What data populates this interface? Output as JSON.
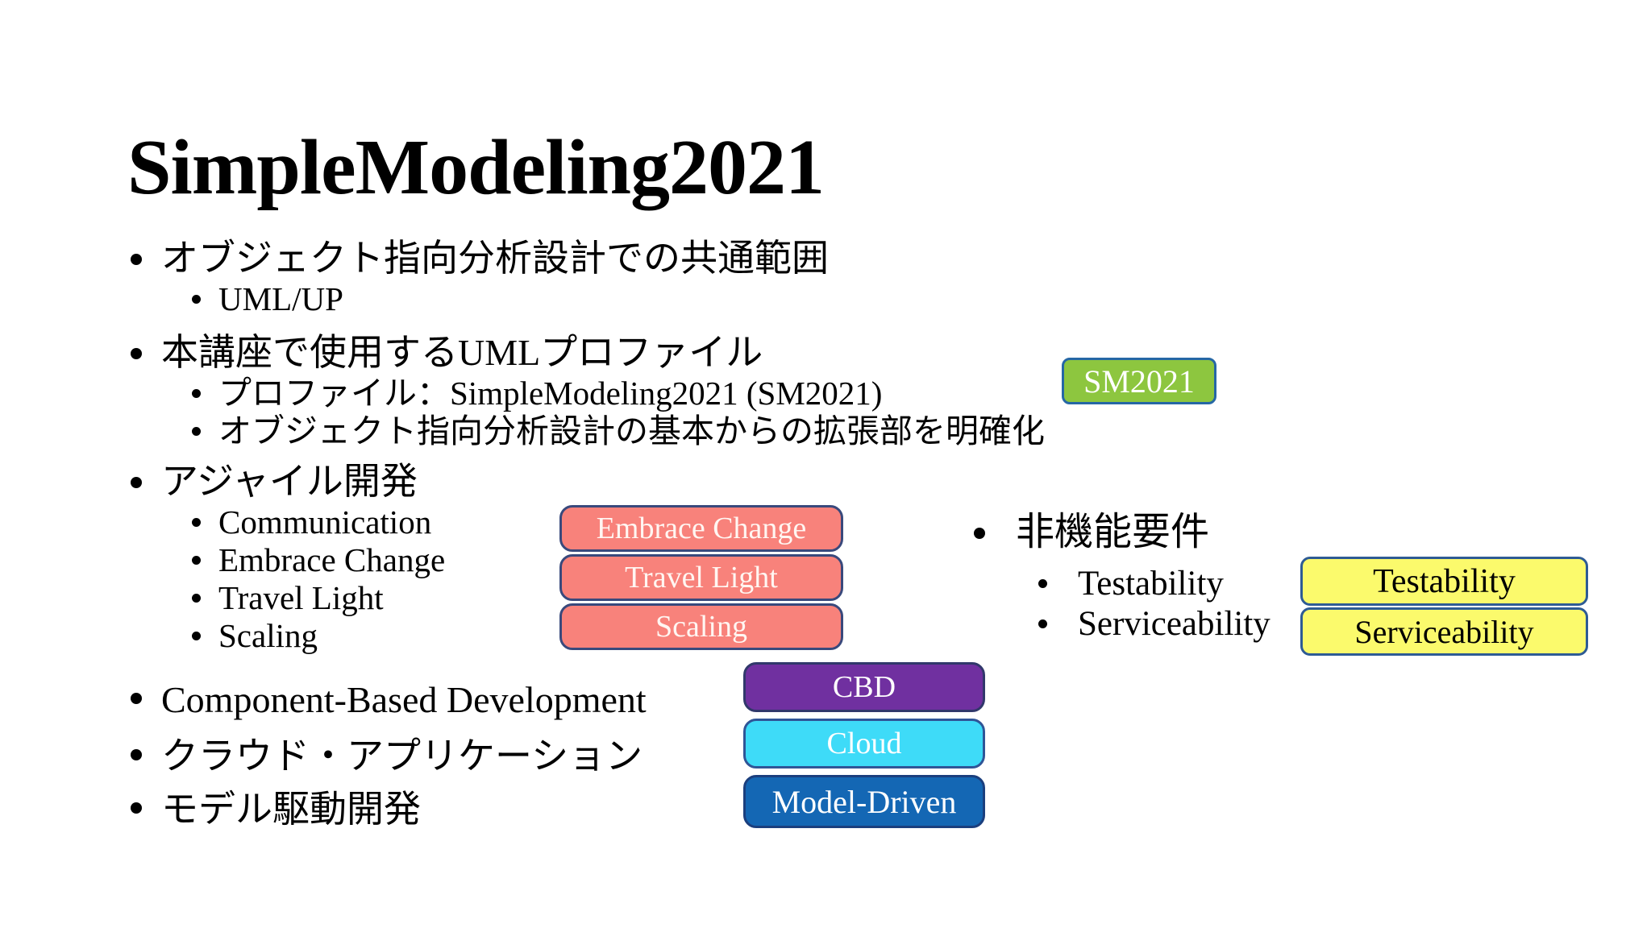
{
  "slide": {
    "title": "SimpleModeling2021",
    "bullets": [
      {
        "level": 1,
        "text": "オブジェクト指向分析設計での共通範囲"
      },
      {
        "level": 2,
        "text": "UML/UP"
      },
      {
        "level": 1,
        "text": "本講座で使用するUMLプロファイル"
      },
      {
        "level": 2,
        "text": "プロファイル：SimpleModeling2021 (SM2021)"
      },
      {
        "level": 2,
        "text": "オブジェクト指向分析設計の基本からの拡張部を明確化"
      },
      {
        "level": 1,
        "text": "アジャイル開発"
      },
      {
        "level": 2,
        "text": "Communication"
      },
      {
        "level": 2,
        "text": "Embrace Change"
      },
      {
        "level": 2,
        "text": "Travel Light"
      },
      {
        "level": 2,
        "text": "Scaling"
      },
      {
        "level": 1,
        "text": "Component-Based Development"
      },
      {
        "level": 1,
        "text": "クラウド・アプリケーション"
      },
      {
        "level": 1,
        "text": "モデル駆動開発"
      }
    ],
    "right": {
      "heading": "非機能要件",
      "items": [
        {
          "text": "Testability"
        },
        {
          "text": "Serviceability"
        }
      ]
    },
    "badges": {
      "sm2021": {
        "label": "SM2021",
        "fill": "#8DC63F",
        "border": "#2667A5",
        "text_color": "#FFFFFF"
      },
      "embrace": {
        "label": "Embrace Change",
        "fill": "#F8827B",
        "border": "#39497C",
        "text_color": "#FFF6F2"
      },
      "travel": {
        "label": "Travel Light",
        "fill": "#F8827B",
        "border": "#39497C",
        "text_color": "#FFF6F2"
      },
      "scaling": {
        "label": "Scaling",
        "fill": "#F8827B",
        "border": "#39497C",
        "text_color": "#FFF6F2"
      },
      "cbd": {
        "label": "CBD",
        "fill": "#7030A0",
        "border": "#31386B",
        "text_color": "#FFFFFF"
      },
      "cloud": {
        "label": "Cloud",
        "fill": "#3EDBF8",
        "border": "#2F5597",
        "text_color": "#FFFFFF"
      },
      "model_driven": {
        "label": "Model-Driven",
        "fill": "#1467B4",
        "border": "#1B3F7E",
        "text_color": "#FFFFFF"
      },
      "testability": {
        "label": "Testability",
        "fill": "#FBFA6C",
        "border": "#2E5B94",
        "text_color": "#000000"
      },
      "serviceability": {
        "label": "Serviceability",
        "fill": "#FBFA6C",
        "border": "#2E5B94",
        "text_color": "#000000"
      }
    },
    "colors": {
      "background": "#FFFFFF",
      "text": "#000000"
    }
  }
}
